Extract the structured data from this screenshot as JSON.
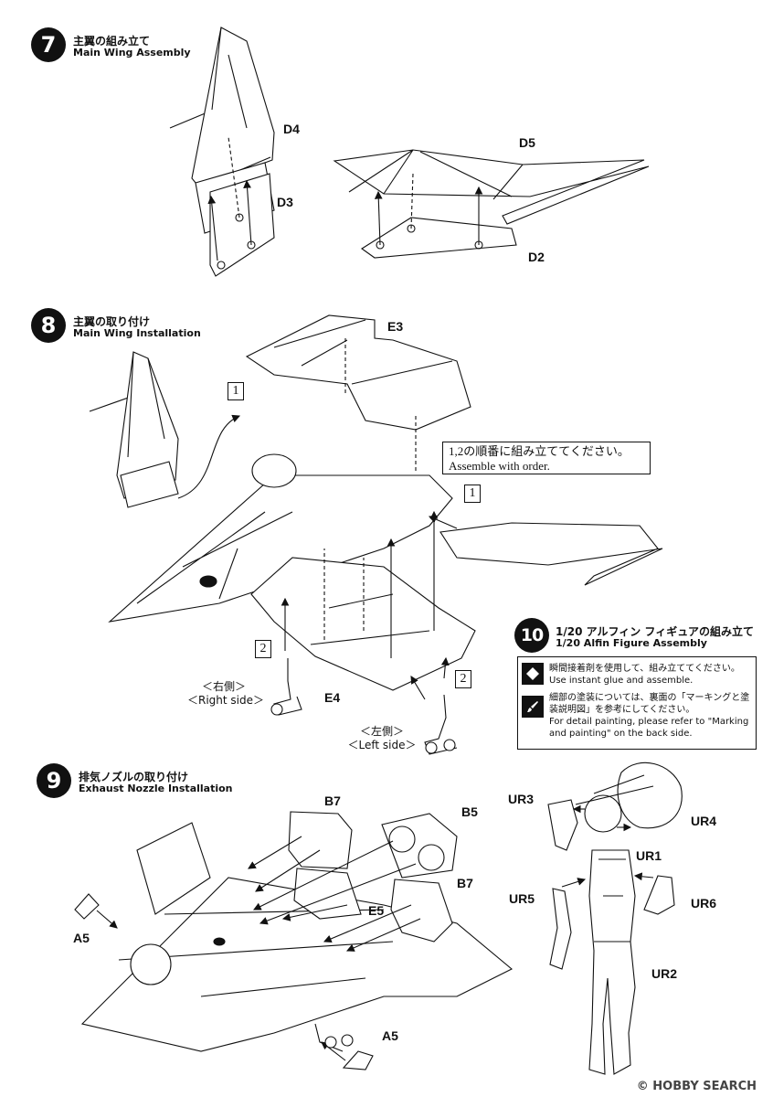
{
  "steps": [
    {
      "number": "7",
      "title_jp": "主翼の組み立て",
      "title_en": "Main Wing Assembly"
    },
    {
      "number": "8",
      "title_jp": "主翼の取り付け",
      "title_en": "Main Wing Installation"
    },
    {
      "number": "9",
      "title_jp": "排気ノズルの取り付け",
      "title_en": "Exhaust Nozzle Installation"
    },
    {
      "number": "10",
      "title_jp": "1/20 アルフィン フィギュアの組み立て",
      "title_en": "1/20 Alfin Figure Assembly"
    }
  ],
  "part_labels": {
    "d4": "D4",
    "d3": "D3",
    "d5": "D5",
    "d2": "D2",
    "e3": "E3",
    "e4": "E4",
    "b7a": "B7",
    "b5": "B5",
    "e5": "E5",
    "b7b": "B7",
    "a5a": "A5",
    "a5b": "A5",
    "ur3": "UR3",
    "ur4": "UR4",
    "ur1": "UR1",
    "ur5": "UR5",
    "ur6": "UR6",
    "ur2": "UR2"
  },
  "order_markers": {
    "one": "1",
    "two": "2"
  },
  "order_note": {
    "jp": "1,2の順番に組み立ててください。",
    "en": "Assemble with order."
  },
  "sides": {
    "right_jp": "＜右側＞",
    "right_en": "＜Right side＞",
    "left_jp": "＜左側＞",
    "left_en": "＜Left side＞"
  },
  "notes": [
    {
      "icon": "glue-icon",
      "jp": "瞬間接着剤を使用して、組み立ててください。",
      "en": "Use instant glue and assemble."
    },
    {
      "icon": "paint-brush-icon",
      "jp": "細部の塗装については、裏面の「マーキングと塗装説明図」を参考にしてください。",
      "en": "For detail painting, please refer to \"Marking and painting\" on the back side."
    }
  ],
  "watermark": "HOBBY SEARCH"
}
